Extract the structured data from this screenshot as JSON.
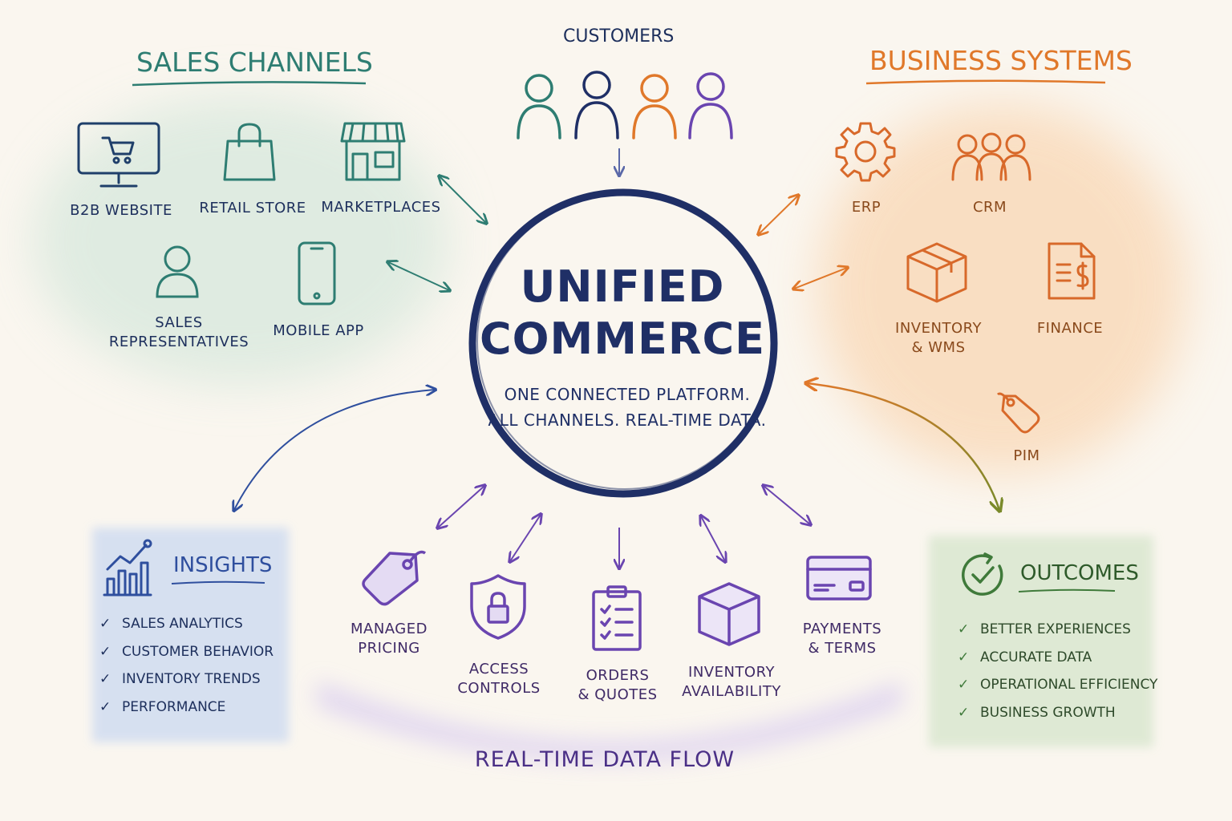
{
  "customers": {
    "title": "Customers"
  },
  "sales_channels": {
    "title": "Sales Channels",
    "items": [
      {
        "label": "B2B Website",
        "icon": "monitor-cart-icon"
      },
      {
        "label": "Retail Store",
        "icon": "shopping-bag-icon"
      },
      {
        "label": "Marketplaces",
        "icon": "storefront-icon"
      },
      {
        "label_line1": "Sales",
        "label_line2": "Representatives",
        "icon": "person-icon"
      },
      {
        "label": "Mobile App",
        "icon": "smartphone-icon"
      }
    ]
  },
  "business_systems": {
    "title": "Business Systems",
    "items": [
      {
        "label": "ERP",
        "icon": "gear-icon"
      },
      {
        "label": "CRM",
        "icon": "people-group-icon"
      },
      {
        "label_line1": "Inventory",
        "label_line2": "& WMS",
        "icon": "box-icon"
      },
      {
        "label": "Finance",
        "icon": "invoice-dollar-icon"
      },
      {
        "label": "PIM",
        "icon": "price-tag-icon"
      }
    ]
  },
  "center": {
    "title_line1": "Unified",
    "title_line2": "Commerce",
    "subtitle_line1": "One connected platform.",
    "subtitle_line2": "All channels. Real-time data."
  },
  "capabilities": {
    "items": [
      {
        "label_line1": "Managed",
        "label_line2": "Pricing",
        "icon": "price-tag-icon"
      },
      {
        "label_line1": "Access",
        "label_line2": "Controls",
        "icon": "shield-lock-icon"
      },
      {
        "label_line1": "Orders",
        "label_line2": "& Quotes",
        "icon": "clipboard-checklist-icon"
      },
      {
        "label_line1": "Inventory",
        "label_line2": "Availability",
        "icon": "box-icon"
      },
      {
        "label_line1": "Payments",
        "label_line2": "& Terms",
        "icon": "credit-card-icon"
      }
    ],
    "flow_label": "Real-Time Data Flow"
  },
  "insights": {
    "title": "Insights",
    "items": [
      "Sales Analytics",
      "Customer Behavior",
      "Inventory Trends",
      "Performance"
    ]
  },
  "outcomes": {
    "title": "Outcomes",
    "items": [
      "Better Experiences",
      "Accurate Data",
      "Operational Efficiency",
      "Business Growth"
    ]
  },
  "colors": {
    "teal": "#2e7d72",
    "navy": "#1f2f66",
    "orange": "#e0782a",
    "purple": "#6a45b0",
    "blue": "#2f4f9e",
    "green": "#3f7a3a"
  }
}
